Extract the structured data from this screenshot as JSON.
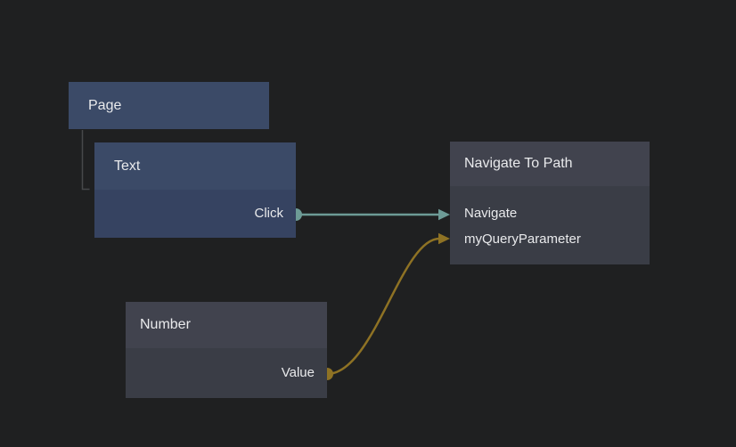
{
  "palette": {
    "canvas_bg": "#1f2021",
    "visual_header": "#3b4a67",
    "visual_body": "#364361",
    "logic_header": "#41434e",
    "logic_body": "#3a3d46",
    "label_color": "#e9eaec",
    "signal_color": "#6d9b96",
    "data_color": "#8e7224",
    "tree_line": "#47484a"
  },
  "nodes": {
    "page": {
      "title": "Page"
    },
    "text": {
      "title": "Text",
      "outputs": [
        {
          "label": "Click"
        }
      ]
    },
    "navigate_to_path": {
      "title": "Navigate To Path",
      "inputs": [
        {
          "label": "Navigate"
        },
        {
          "label": "myQueryParameter"
        }
      ]
    },
    "number": {
      "title": "Number",
      "outputs": [
        {
          "label": "Value"
        }
      ]
    }
  },
  "connections": [
    {
      "from_node": "Text",
      "from_port": "Click",
      "to_node": "Navigate To Path",
      "to_port": "Navigate",
      "color": "#6d9b96"
    },
    {
      "from_node": "Number",
      "from_port": "Value",
      "to_node": "Navigate To Path",
      "to_port": "myQueryParameter",
      "color": "#8e7224"
    }
  ]
}
